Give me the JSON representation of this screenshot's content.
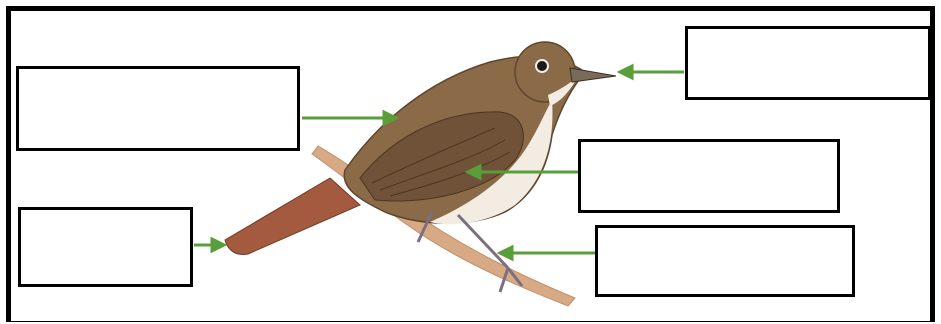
{
  "diagram": {
    "subject": "bird-on-branch",
    "colors": {
      "arrow": "#5a9e3c",
      "plumage": "#8a6a47",
      "plumage_dark": "#5e4630",
      "belly": "#f2ece2",
      "tail": "#a35a3f",
      "branch": "#d8a985",
      "frame": "#000000"
    },
    "labels": [
      {
        "id": "body",
        "text": "",
        "points_to": "back"
      },
      {
        "id": "tail",
        "text": "",
        "points_to": "tail"
      },
      {
        "id": "beak",
        "text": "",
        "points_to": "beak"
      },
      {
        "id": "wing",
        "text": "",
        "points_to": "wing"
      },
      {
        "id": "feet",
        "text": "",
        "points_to": "feet"
      }
    ]
  }
}
